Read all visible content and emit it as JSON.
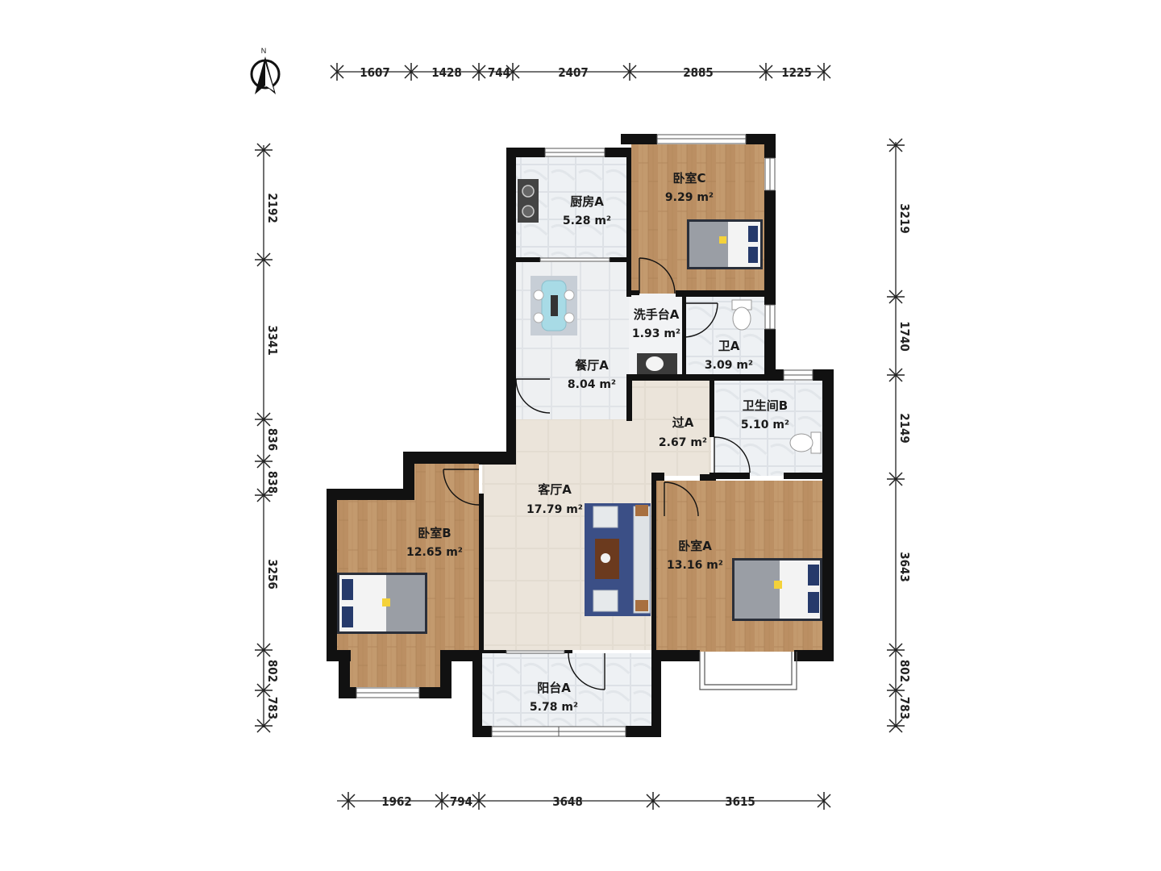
{
  "compass": {
    "label": "N",
    "icon": "north-arrow-icon"
  },
  "dimensions": {
    "top": [
      "1607",
      "1428",
      "744",
      "2407",
      "2885",
      "1225"
    ],
    "bottom": [
      "1962",
      "794",
      "3648",
      "3615"
    ],
    "left": [
      "2192",
      "3341",
      "836",
      "838",
      "3256",
      "802",
      "783"
    ],
    "right": [
      "3219",
      "1740",
      "2149",
      "3643",
      "802",
      "783"
    ]
  },
  "rooms": [
    {
      "id": "kitchen",
      "name": "厨房A",
      "area": "5.28 m²"
    },
    {
      "id": "bedroom-c",
      "name": "卧室C",
      "area": "9.29 m²"
    },
    {
      "id": "washbasin",
      "name": "洗手台A",
      "area": "1.93 m²"
    },
    {
      "id": "toilet-a",
      "name": "卫A",
      "area": "3.09 m²"
    },
    {
      "id": "dining",
      "name": "餐厅A",
      "area": "8.04 m²"
    },
    {
      "id": "passage",
      "name": "过A",
      "area": "2.67 m²"
    },
    {
      "id": "bathroom-b",
      "name": "卫生间B",
      "area": "5.10 m²"
    },
    {
      "id": "living",
      "name": "客厅A",
      "area": "17.79 m²"
    },
    {
      "id": "bedroom-b",
      "name": "卧室B",
      "area": "12.65 m²"
    },
    {
      "id": "bedroom-a",
      "name": "卧室A",
      "area": "13.16 m²"
    },
    {
      "id": "balcony",
      "name": "阳台A",
      "area": "5.78 m²"
    }
  ],
  "colors": {
    "wall": "#111111",
    "wood": "#b98c61",
    "tile": "#e9ecef",
    "light_floor": "#ece5dc",
    "rug": "#3b4f86",
    "dim_line": "#222222"
  }
}
